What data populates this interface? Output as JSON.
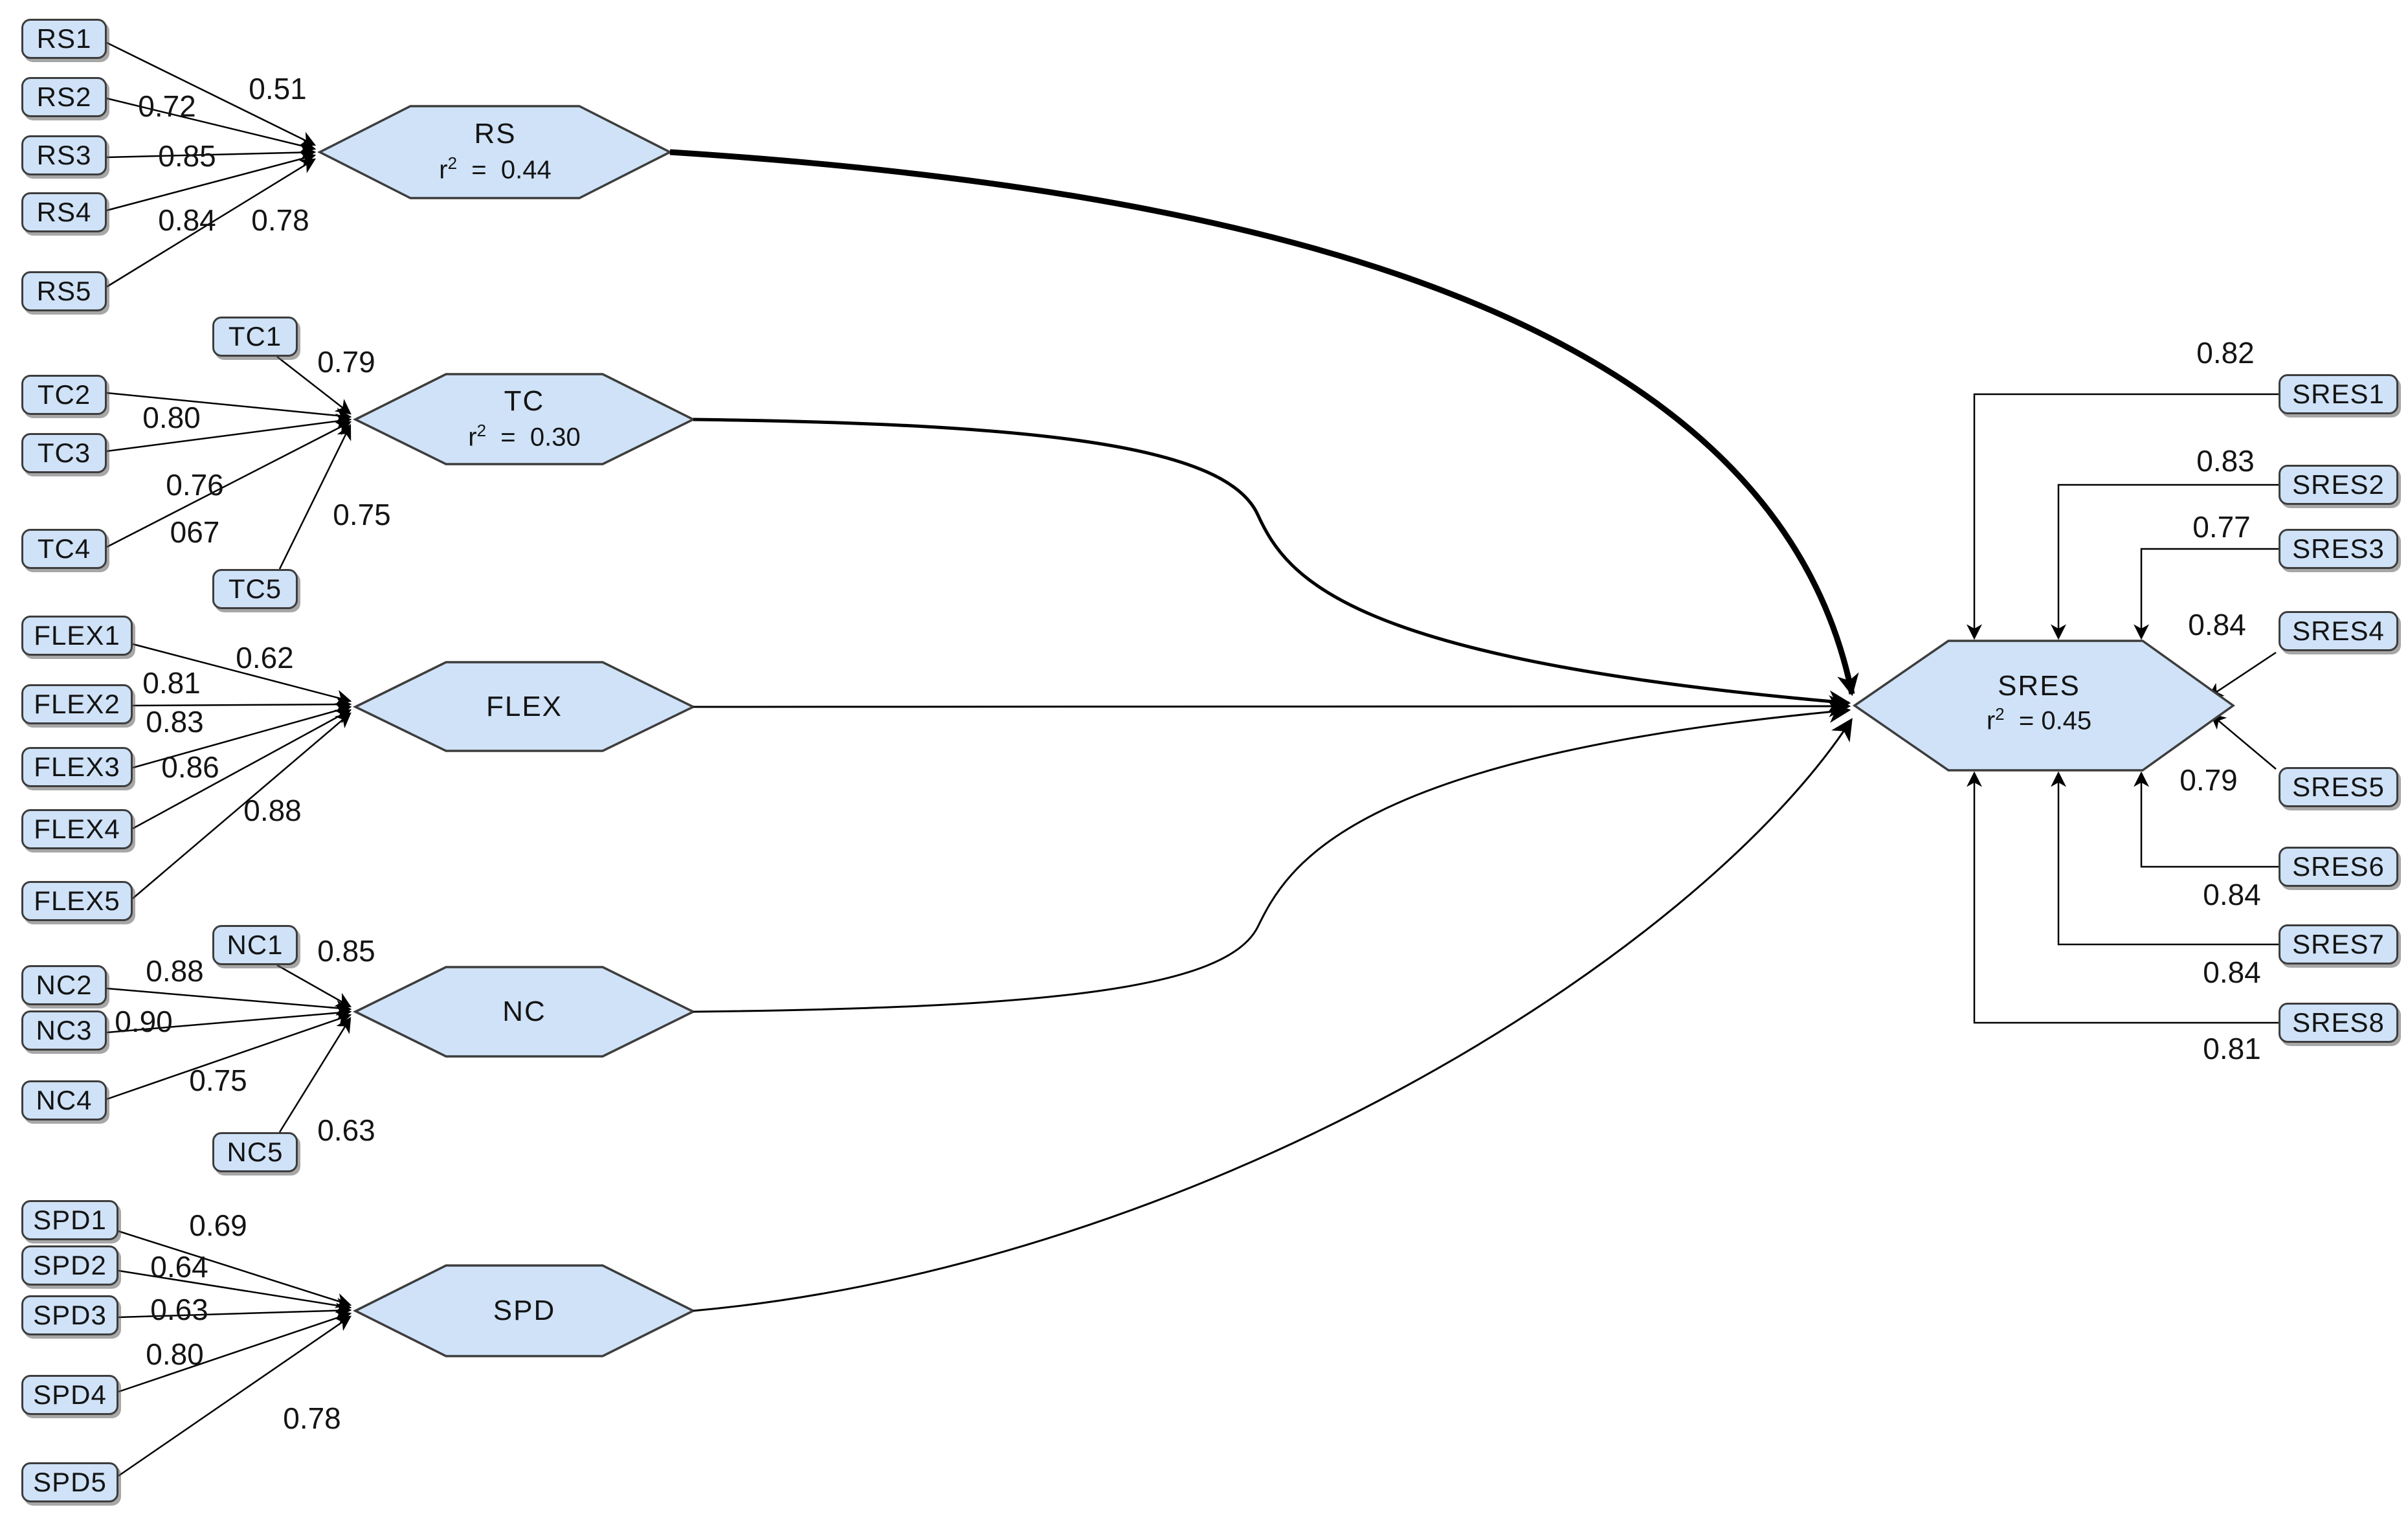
{
  "colors": {
    "node_fill": "#cfe2f7",
    "node_border": "#3d3d3d",
    "edge": "#000000",
    "text": "#141414"
  },
  "r_symbol": "r",
  "r_sup": "2",
  "constructs": [
    {
      "id": "rs",
      "name": "RS",
      "r2": "  =  0.44",
      "indicators": [
        {
          "label": "RS1",
          "loading": "0.51"
        },
        {
          "label": "RS2",
          "loading": "0.72"
        },
        {
          "label": "RS3",
          "loading": "0.85"
        },
        {
          "label": "RS4",
          "loading": "0.84"
        },
        {
          "label": "RS5",
          "loading": "0.78"
        }
      ]
    },
    {
      "id": "tc",
      "name": "TC",
      "r2": "  =  0.30",
      "indicators": [
        {
          "label": "TC1",
          "loading": "0.79"
        },
        {
          "label": "TC2",
          "loading": "0.80"
        },
        {
          "label": "TC3",
          "loading": "0.76"
        },
        {
          "label": "TC4",
          "loading": "067"
        },
        {
          "label": "TC5",
          "loading": "0.75"
        }
      ]
    },
    {
      "id": "flex",
      "name": "FLEX",
      "r2": "",
      "indicators": [
        {
          "label": "FLEX1",
          "loading": "0.62"
        },
        {
          "label": "FLEX2",
          "loading": "0.81"
        },
        {
          "label": "FLEX3",
          "loading": "0.83"
        },
        {
          "label": "FLEX4",
          "loading": "0.86"
        },
        {
          "label": "FLEX5",
          "loading": "0.88"
        }
      ]
    },
    {
      "id": "nc",
      "name": "NC",
      "r2": "",
      "indicators": [
        {
          "label": "NC1",
          "loading": "0.85"
        },
        {
          "label": "NC2",
          "loading": "0.88"
        },
        {
          "label": "NC3",
          "loading": "0.90"
        },
        {
          "label": "NC4",
          "loading": "0.75"
        },
        {
          "label": "NC5",
          "loading": "0.63"
        }
      ]
    },
    {
      "id": "spd",
      "name": "SPD",
      "r2": "",
      "indicators": [
        {
          "label": "SPD1",
          "loading": "0.69"
        },
        {
          "label": "SPD2",
          "loading": "0.64"
        },
        {
          "label": "SPD3",
          "loading": "0.63"
        },
        {
          "label": "SPD4",
          "loading": "0.80"
        },
        {
          "label": "SPD5",
          "loading": "0.78"
        }
      ]
    },
    {
      "id": "sres",
      "name": "SRES",
      "r2": "  = 0.45",
      "indicators": [
        {
          "label": "SRES1",
          "loading": "0.82"
        },
        {
          "label": "SRES2",
          "loading": "0.83"
        },
        {
          "label": "SRES3",
          "loading": "0.77"
        },
        {
          "label": "SRES4",
          "loading": "0.84"
        },
        {
          "label": "SRES5",
          "loading": "0.79"
        },
        {
          "label": "SRES6",
          "loading": "0.84"
        },
        {
          "label": "SRES7",
          "loading": "0.84"
        },
        {
          "label": "SRES8",
          "loading": "0.81"
        }
      ]
    }
  ],
  "structural_paths": [
    {
      "from": "RS",
      "to": "SRES"
    },
    {
      "from": "TC",
      "to": "SRES"
    },
    {
      "from": "FLEX",
      "to": "SRES"
    },
    {
      "from": "NC",
      "to": "SRES"
    },
    {
      "from": "SPD",
      "to": "SRES"
    }
  ]
}
